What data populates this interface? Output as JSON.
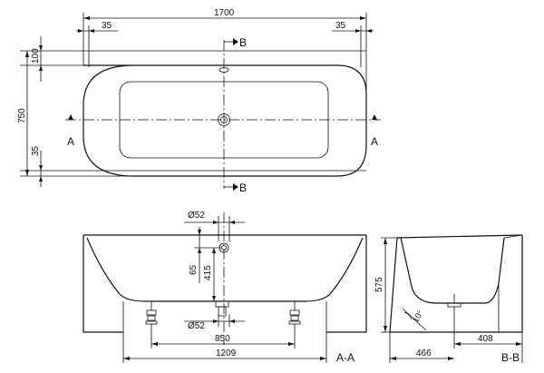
{
  "plan_view": {
    "overall_length": "1700",
    "overall_width": "750",
    "left_offset": "35",
    "right_offset": "35",
    "top_offset": "100",
    "bottom_offset": "35",
    "section_b": "B",
    "section_a": "A"
  },
  "section_aa": {
    "drain_diameter_top": "Ø52",
    "drain_diameter_bottom": "Ø52",
    "overflow_height": "65",
    "height_415": "415",
    "feet_spacing": "850",
    "base_length": "1209",
    "section_label": "A-A"
  },
  "section_bb": {
    "height": "575",
    "angle": "10°",
    "base_width": "466",
    "offset": "408",
    "section_label": "B-B"
  }
}
